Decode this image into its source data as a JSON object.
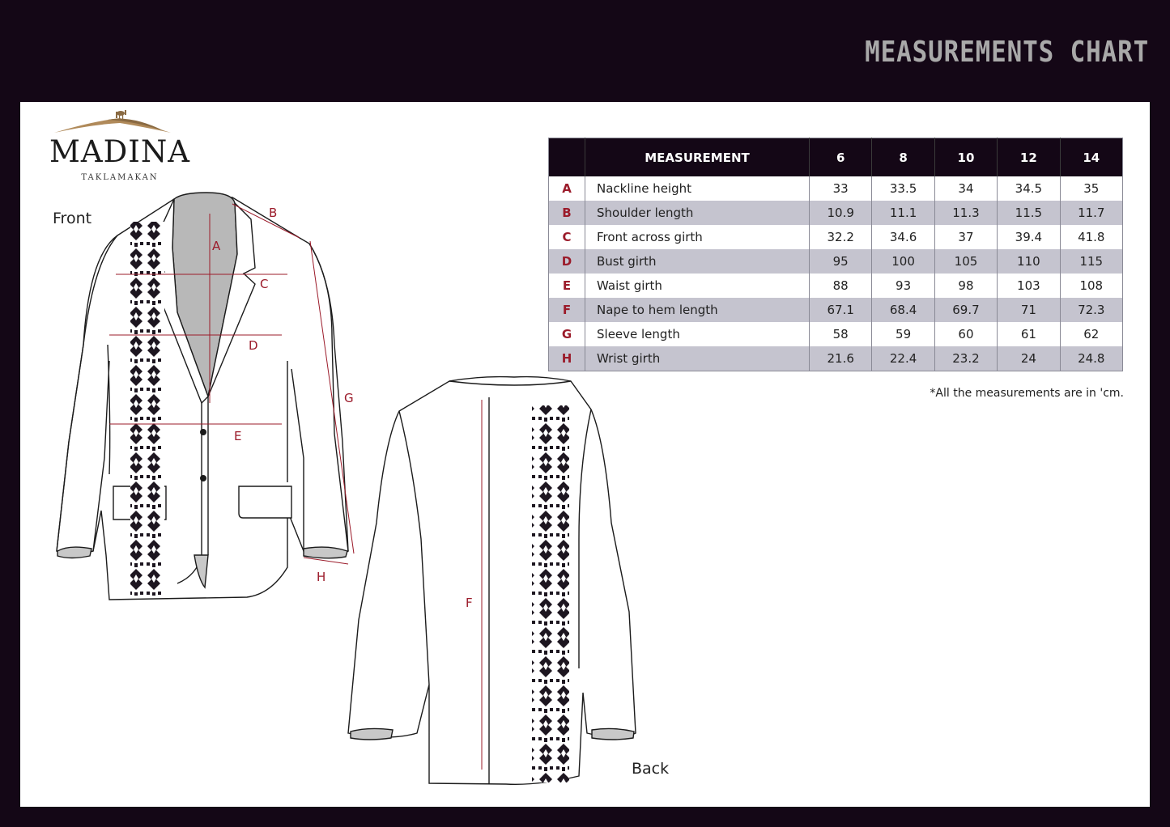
{
  "header": {
    "title": "MEASUREMENTS CHART"
  },
  "brand": {
    "name": "MADINA",
    "subtitle": "TAKLAMAKAN",
    "logo_icon": "camel-over-dunes-icon",
    "accent": "#b08a5a"
  },
  "views": {
    "front": "Front",
    "back": "Back"
  },
  "dimension_letters": [
    "A",
    "B",
    "C",
    "D",
    "E",
    "F",
    "G",
    "H"
  ],
  "table": {
    "header_label": "MEASUREMENT",
    "sizes": [
      "6",
      "8",
      "10",
      "12",
      "14"
    ],
    "rows": [
      {
        "code": "A",
        "name": "Nackline height",
        "values": [
          "33",
          "33.5",
          "34",
          "34.5",
          "35"
        ]
      },
      {
        "code": "B",
        "name": "Shoulder length",
        "values": [
          "10.9",
          "11.1",
          "11.3",
          "11.5",
          "11.7"
        ]
      },
      {
        "code": "C",
        "name": "Front across girth",
        "values": [
          "32.2",
          "34.6",
          "37",
          "39.4",
          "41.8"
        ]
      },
      {
        "code": "D",
        "name": "Bust girth",
        "values": [
          "95",
          "100",
          "105",
          "110",
          "115"
        ]
      },
      {
        "code": "E",
        "name": "Waist girth",
        "values": [
          "88",
          "93",
          "98",
          "103",
          "108"
        ]
      },
      {
        "code": "F",
        "name": "Nape to hem length",
        "values": [
          "67.1",
          "68.4",
          "69.7",
          "71",
          "72.3"
        ]
      },
      {
        "code": "G",
        "name": "Sleeve length",
        "values": [
          "58",
          "59",
          "60",
          "61",
          "62"
        ]
      },
      {
        "code": "H",
        "name": "Wrist girth",
        "values": [
          "21.6",
          "22.4",
          "23.2",
          "24",
          "24.8"
        ]
      }
    ],
    "note": "*All the measurements are in 'cm."
  },
  "colors": {
    "frame": "#140716",
    "dimension": "#9b1b2a",
    "row_alt": "#c5c4cf"
  }
}
